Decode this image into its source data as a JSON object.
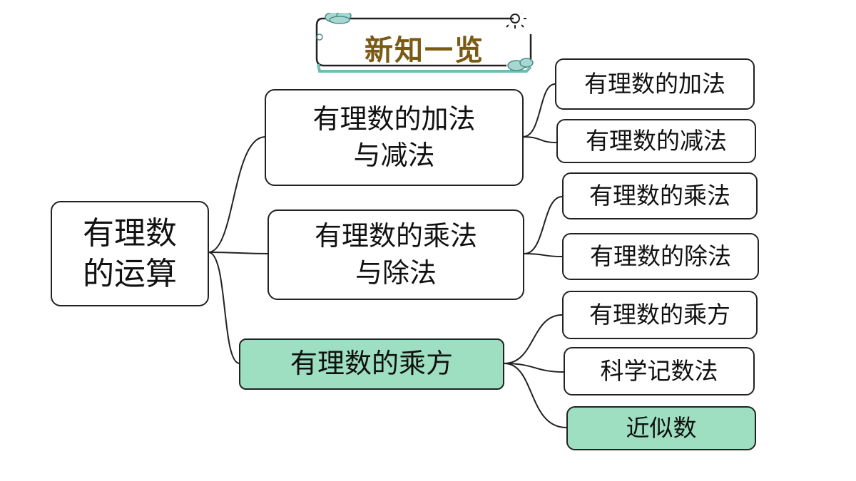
{
  "header": {
    "title": "新知一览"
  },
  "root": {
    "line1": "有理数",
    "line2": "的运算"
  },
  "branches": [
    {
      "line1": "有理数的加法",
      "line2": "与减法",
      "highlight": false,
      "children": [
        {
          "label": "有理数的加法",
          "highlight": false
        },
        {
          "label": "有理数的减法",
          "highlight": false
        }
      ]
    },
    {
      "line1": "有理数的乘法",
      "line2": "与除法",
      "highlight": false,
      "children": [
        {
          "label": "有理数的乘法",
          "highlight": false
        },
        {
          "label": "有理数的除法",
          "highlight": false
        }
      ]
    },
    {
      "line1": "有理数的乘方",
      "highlight": true,
      "children": [
        {
          "label": "有理数的乘方",
          "highlight": false
        },
        {
          "label": "科学记数法",
          "highlight": false
        },
        {
          "label": "近似数",
          "highlight": true
        }
      ]
    }
  ],
  "colors": {
    "highlight": "#9ddfc0",
    "border": "#222222",
    "title": "#7a5a14",
    "decor": "#6fbfb0"
  },
  "icons": [
    "cloud-icon",
    "sun-icon"
  ]
}
